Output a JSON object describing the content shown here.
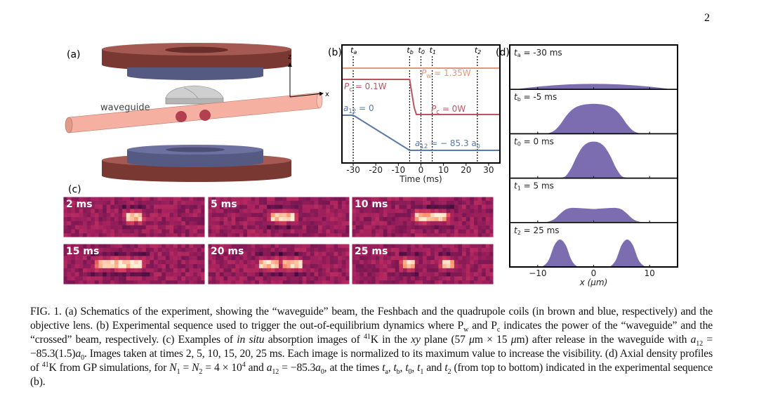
{
  "page_number": "2",
  "panel_a": {
    "label": "(a)",
    "waveguide_label": "waveguide",
    "axis_z": "z",
    "axis_x": "x",
    "colors": {
      "feshbach_coil": "#8a403a",
      "quadrupole_coil": "#5a5f86",
      "beam": "#f4a596",
      "atoms": "#b3404f",
      "lens": "#c4c4c4"
    }
  },
  "panel_b": {
    "label": "(b)",
    "chart_data": {
      "type": "line",
      "xlabel": "Time (ms)",
      "xlim": [
        -35,
        35
      ],
      "xticks": [
        "-30",
        "-20",
        "-10",
        "0",
        "10",
        "20",
        "30"
      ],
      "xtick_values": [
        -30,
        -20,
        -10,
        0,
        10,
        20,
        30
      ],
      "event_markers": [
        {
          "name": "t",
          "sub": "a",
          "t": -30
        },
        {
          "name": "t",
          "sub": "b",
          "t": -5
        },
        {
          "name": "t",
          "sub": "0",
          "t": 0
        },
        {
          "name": "t",
          "sub": "1",
          "t": 5
        },
        {
          "name": "t",
          "sub": "2",
          "t": 25
        }
      ],
      "series": [
        {
          "name": "Pw",
          "color": "#e0967a",
          "points": [
            [
              -35,
              1.35
            ],
            [
              35,
              1.35
            ]
          ],
          "label_main": "P",
          "label_sub": "w",
          "label_rest": " = 1.35W"
        },
        {
          "name": "Pc",
          "color": "#b85560",
          "points": [
            [
              -35,
              0.1
            ],
            [
              -5,
              0.1
            ],
            [
              -4,
              0.06
            ],
            [
              -3,
              0.02
            ],
            [
              -2,
              0
            ],
            [
              35,
              0
            ]
          ],
          "label_main": "P",
          "label_sub": "c",
          "label_rest": " = 0.1W",
          "label2_rest": " = 0W"
        },
        {
          "name": "a12",
          "color": "#5a78a8",
          "points": [
            [
              -35,
              0
            ],
            [
              -30,
              0
            ],
            [
              -5,
              -85.3
            ],
            [
              35,
              -85.3
            ]
          ],
          "label_main": "a",
          "label_sub": "12",
          "label_rest": " = 0",
          "label2_rest": " = − 85.3 a",
          "label2_sub": "0"
        }
      ]
    }
  },
  "panel_c": {
    "label": "(c)",
    "images": [
      {
        "time": "2 ms"
      },
      {
        "time": "5 ms"
      },
      {
        "time": "10 ms"
      },
      {
        "time": "15 ms"
      },
      {
        "time": "20 ms"
      },
      {
        "time": "25 ms"
      }
    ]
  },
  "panel_d": {
    "label": "(d)",
    "chart_data": {
      "type": "area",
      "xlabel": "x (μm)",
      "xlim": [
        -15,
        15
      ],
      "xticks": [
        "−10",
        "0",
        "10"
      ],
      "xtick_values": [
        -10,
        0,
        10
      ],
      "fill_color": "#7b6db0",
      "x": [
        -15,
        -14,
        -13,
        -12,
        -11,
        -10,
        -9,
        -8,
        -7,
        -6,
        -5,
        -4,
        -3,
        -2,
        -1,
        0,
        1,
        2,
        3,
        4,
        5,
        6,
        7,
        8,
        9,
        10,
        11,
        12,
        13,
        14,
        15
      ],
      "series": [
        {
          "name": "t",
          "sub": "a",
          "label": " = -30 ms",
          "values": [
            0,
            0,
            0.021,
            0.04,
            0.057,
            0.073,
            0.088,
            0.101,
            0.113,
            0.122,
            0.131,
            0.138,
            0.143,
            0.147,
            0.149,
            0.15,
            0.149,
            0.147,
            0.143,
            0.138,
            0.131,
            0.122,
            0.113,
            0.101,
            0.088,
            0.073,
            0.057,
            0.04,
            0.021,
            0,
            0
          ]
        },
        {
          "name": "t",
          "sub": "b",
          "label": " = -5 ms",
          "values": [
            0,
            0,
            0,
            0,
            0,
            0,
            0,
            0.02,
            0.09,
            0.25,
            0.47,
            0.64,
            0.74,
            0.79,
            0.81,
            0.82,
            0.81,
            0.79,
            0.74,
            0.64,
            0.47,
            0.25,
            0.09,
            0.02,
            0,
            0,
            0,
            0,
            0,
            0,
            0
          ]
        },
        {
          "name": "t",
          "sub": "0",
          "label": " = 0 ms",
          "values": [
            0,
            0,
            0,
            0,
            0,
            0,
            0,
            0,
            0,
            0.01,
            0.06,
            0.28,
            0.6,
            0.85,
            0.97,
            1,
            0.97,
            0.85,
            0.6,
            0.28,
            0.06,
            0.01,
            0,
            0,
            0,
            0,
            0,
            0,
            0,
            0,
            0
          ]
        },
        {
          "name": "t",
          "sub": "1",
          "label": " = 5 ms",
          "values": [
            0,
            0,
            0,
            0,
            0,
            0,
            0.01,
            0.03,
            0.1,
            0.24,
            0.36,
            0.4,
            0.4,
            0.39,
            0.38,
            0.37,
            0.38,
            0.39,
            0.4,
            0.4,
            0.36,
            0.24,
            0.1,
            0.03,
            0.01,
            0,
            0,
            0,
            0,
            0,
            0
          ]
        },
        {
          "name": "t",
          "sub": "2",
          "label": " = 25 ms",
          "values": [
            0,
            0,
            0,
            0,
            0,
            0,
            0.03,
            0.2,
            0.6,
            0.75,
            0.6,
            0.2,
            0.02,
            0,
            0,
            0,
            0,
            0,
            0.02,
            0.2,
            0.6,
            0.75,
            0.6,
            0.2,
            0.03,
            0,
            0,
            0,
            0,
            0,
            0
          ]
        }
      ]
    }
  },
  "caption": {
    "segments": [
      [
        "t",
        "FIG. 1. (a) Schematics of the experiment, showing the “waveguide” beam, the Feshbach and the quadrupole coils (in brown and blue, respectively) and the objective lens. (b) Experimental sequence used to trigger the out-of-equilibrium dynamics where P"
      ],
      [
        "sub",
        "w"
      ],
      [
        "t",
        " and P"
      ],
      [
        "sub",
        "c"
      ],
      [
        "t",
        " indicates the power of the “waveguide” and the “crossed” beam, respectively. (c) Examples of "
      ],
      [
        "i",
        "in situ"
      ],
      [
        "t",
        " absorption images of "
      ],
      [
        "sup",
        "41"
      ],
      [
        "t",
        "K in the "
      ],
      [
        "i",
        "xy"
      ],
      [
        "t",
        " plane (57 "
      ],
      [
        "i",
        "μ"
      ],
      [
        "t",
        "m × 15 "
      ],
      [
        "i",
        "μ"
      ],
      [
        "t",
        "m) after release in the waveguide with "
      ],
      [
        "i",
        "a"
      ],
      [
        "sub",
        "12"
      ],
      [
        "t",
        " = −85.3(1.5)"
      ],
      [
        "i",
        "a"
      ],
      [
        "sub",
        "0"
      ],
      [
        "t",
        ". Images taken at times 2, 5, 10, 15, 20, 25 ms. Each image is normalized to its maximum value to increase the visibility. (d) Axial density profiles of "
      ],
      [
        "sup",
        "41"
      ],
      [
        "t",
        "K from GP simulations, for "
      ],
      [
        "i",
        "N"
      ],
      [
        "sub",
        "1"
      ],
      [
        "t",
        " = "
      ],
      [
        "i",
        "N"
      ],
      [
        "sub",
        "2"
      ],
      [
        "t",
        " = 4 × 10"
      ],
      [
        "sup",
        "4"
      ],
      [
        "t",
        " and "
      ],
      [
        "i",
        "a"
      ],
      [
        "sub",
        "12"
      ],
      [
        "t",
        " = −85.3"
      ],
      [
        "i",
        "a"
      ],
      [
        "sub",
        "0"
      ],
      [
        "t",
        ", at the times "
      ],
      [
        "i",
        "t"
      ],
      [
        "sub",
        "a"
      ],
      [
        "t",
        ", "
      ],
      [
        "i",
        "t"
      ],
      [
        "sub",
        "b"
      ],
      [
        "t",
        ", "
      ],
      [
        "i",
        "t"
      ],
      [
        "sub",
        "0"
      ],
      [
        "t",
        ", "
      ],
      [
        "i",
        "t"
      ],
      [
        "sub",
        "1"
      ],
      [
        "t",
        " and "
      ],
      [
        "i",
        "t"
      ],
      [
        "sub",
        "2"
      ],
      [
        "t",
        " (from top to bottom) indicated in the experimental sequence (b)."
      ]
    ]
  }
}
